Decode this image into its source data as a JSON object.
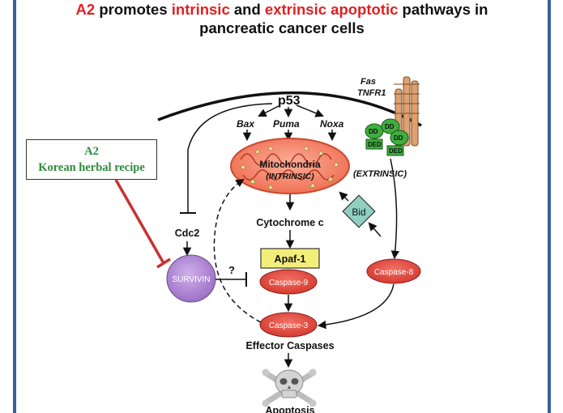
{
  "title": {
    "part1": "A2",
    "part2": " promotes ",
    "part3": "intrinsic",
    "part4": " and ",
    "part5": "extrinsic apoptotic",
    "part6": " pathways in",
    "line2": "pancreatic cancer cells"
  },
  "recipe_box": {
    "name": "A2",
    "desc": "Korean herbal recipe"
  },
  "nodes": {
    "p53": "p53",
    "bax": "Bax",
    "puma": "Puma",
    "noxa": "Noxa",
    "mito_1": "Mitochondria",
    "mito_2": "(INTRINSIC)",
    "extrinsic": "(EXTRINSIC)",
    "cyto": "Cytochrome c",
    "apaf": "Apaf-1",
    "casp9": "Caspase-9",
    "casp8": "Caspase-8",
    "casp3": "Caspase-3",
    "effector": "Effector Caspases",
    "apoptosis": "Apoptosis",
    "bid": "Bid",
    "cdc2": "Cdc2",
    "survivin": "SURVIVIN",
    "question": "?",
    "fas": "Fas",
    "tnfr1": "TNFR1",
    "dd": "DD",
    "ded": "DED"
  },
  "colors": {
    "title_red": "#e02020",
    "recipe_green": "#2e8b3a",
    "inhibit_red": "#c83232",
    "mito": "#f47a5e",
    "apaf": "#f2ee7a",
    "caspase": "#e0473c",
    "bid": "#8fd0c0",
    "survivin": "#b58cd6",
    "dd_green": "#3fae3f",
    "receptor": "#e0a070",
    "frame_blue": "#3a5f9e"
  },
  "icons": {
    "apoptosis": "skull-crossbones-icon"
  }
}
